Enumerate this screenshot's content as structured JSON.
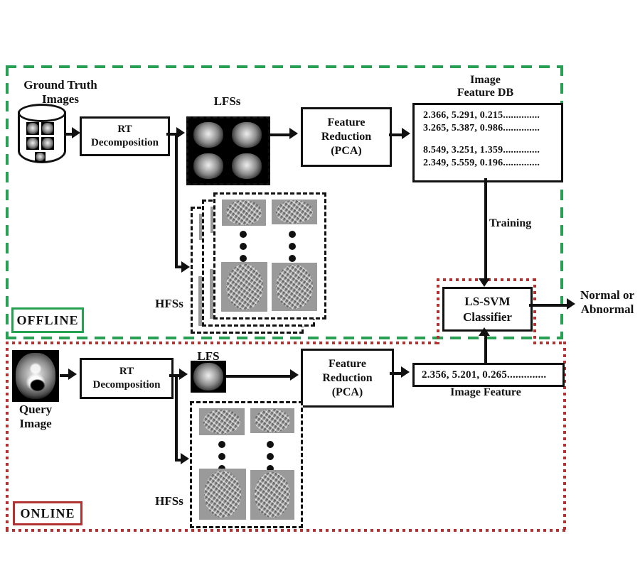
{
  "regions": {
    "offline_label": "OFFLINE",
    "online_label": "ONLINE"
  },
  "colors": {
    "offline_border_green": "#27a053",
    "online_border_red": "#b23131",
    "line_black": "#111111"
  },
  "offline": {
    "ground_truth_line1": "Ground Truth",
    "ground_truth_line2": "Images",
    "rt_box_line1": "RT",
    "rt_box_line2": "Decomposition",
    "lfss_label": "LFSs",
    "feature_reduction_line1": "Feature",
    "feature_reduction_line2": "Reduction",
    "feature_reduction_line3": "(PCA)",
    "feature_db_title_line1": "Image",
    "feature_db_title_line2": "Feature DB",
    "feature_db_rows": [
      "2.366, 5.291, 0.215..............",
      "3.265, 5.387, 0.986..............",
      "8.549, 3.251, 1.359..............",
      "2.349, 5.559, 0.196.............."
    ],
    "hfss_label": "HFSs",
    "training_label": "Training"
  },
  "classifier": {
    "line1": "LS-SVM",
    "line2": "Classifier",
    "output_line1": "Normal or",
    "output_line2": "Abnormal"
  },
  "online": {
    "query_label_line1": "Query",
    "query_label_line2": "Image",
    "rt_box_line1": "RT",
    "rt_box_line2": "Decomposition",
    "lfs_label": "LFS",
    "feature_reduction_line1": "Feature",
    "feature_reduction_line2": "Reduction",
    "feature_reduction_line3": "(PCA)",
    "image_feature_value": "2.356, 5.201, 0.265..............",
    "image_feature_label": "Image Feature",
    "hfss_label": "HFSs"
  }
}
